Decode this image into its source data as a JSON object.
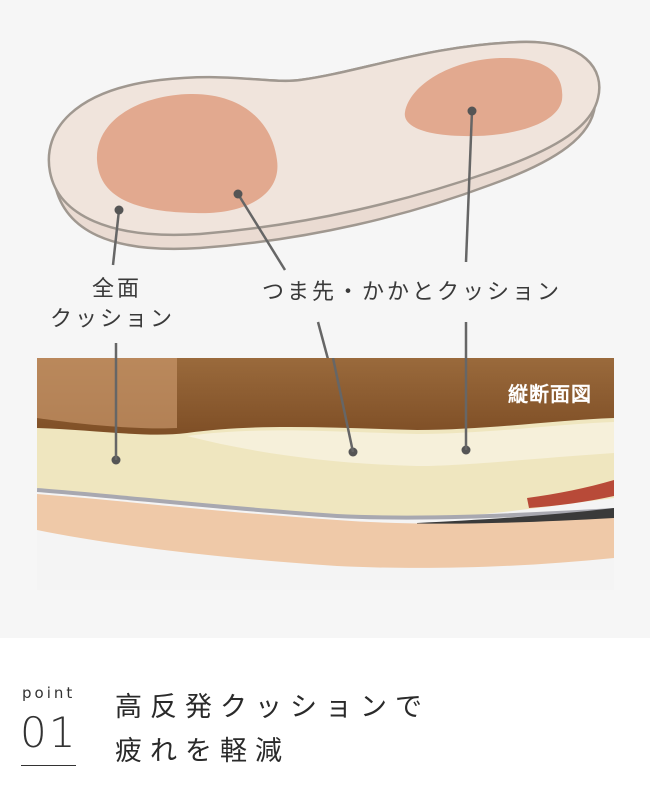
{
  "diagram": {
    "labels": {
      "full_cushion_line1": "全面",
      "full_cushion_line2": "クッション",
      "toe_heel_cushion": "つま先・かかとクッション"
    },
    "photo_caption": "縦断面図",
    "colors": {
      "insole_fill": "#f0e4dc",
      "insole_stroke": "#a09890",
      "cushion_pad": "#e2a98f",
      "leader_line": "#666666",
      "upper_leather": "#8a5a2e",
      "foam_layer": "#efe6bf",
      "sole_layer": "#efc9a8"
    }
  },
  "point": {
    "label": "point",
    "number": "01",
    "headline_line1": "高反発クッションで",
    "headline_line2": "疲れを軽減"
  }
}
